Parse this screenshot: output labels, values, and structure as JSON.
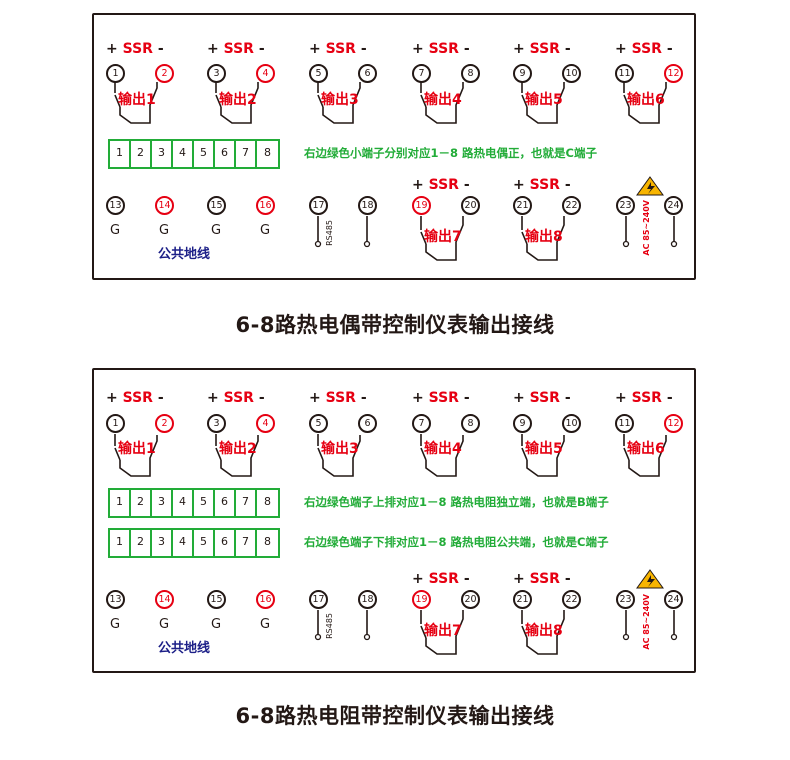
{
  "panel1": {
    "ssr_labels": [
      "SSR",
      "SSR",
      "SSR",
      "SSR",
      "SSR",
      "SSR"
    ],
    "outputs": [
      "输出1",
      "输出2",
      "输出3",
      "输出4",
      "输出5",
      "输出6"
    ],
    "top_terminals": [
      "1",
      "2",
      "3",
      "4",
      "5",
      "6",
      "7",
      "8",
      "9",
      "10",
      "11",
      "12"
    ],
    "strip_cells": [
      "1",
      "2",
      "3",
      "4",
      "5",
      "6",
      "7",
      "8"
    ],
    "note": "右边绿色小端子分别对应1－8 路热电偶正，也就是C端子",
    "bottom_terminals": [
      "13",
      "14",
      "15",
      "16",
      "17",
      "18",
      "19",
      "20",
      "21",
      "22",
      "23",
      "24"
    ],
    "g_labels": [
      "G",
      "G",
      "G",
      "G"
    ],
    "ground_label": "公共地线",
    "rs485": "RS485",
    "ssr7": "SSR",
    "ssr8": "SSR",
    "out7": "输出7",
    "out8": "输出8",
    "ac": "AC 85~240V",
    "plus": "+",
    "minus": "-"
  },
  "panel2": {
    "ssr_labels": [
      "SSR",
      "SSR",
      "SSR",
      "SSR",
      "SSR",
      "SSR"
    ],
    "outputs": [
      "输出1",
      "输出2",
      "输出3",
      "输出4",
      "输出5",
      "输出6"
    ],
    "top_terminals": [
      "1",
      "2",
      "3",
      "4",
      "5",
      "6",
      "7",
      "8",
      "9",
      "10",
      "11",
      "12"
    ],
    "strip_cells_top": [
      "1",
      "2",
      "3",
      "4",
      "5",
      "6",
      "7",
      "8"
    ],
    "strip_cells_bottom": [
      "1",
      "2",
      "3",
      "4",
      "5",
      "6",
      "7",
      "8"
    ],
    "note_top": "右边绿色端子上排对应1－8 路热电阻独立端，也就是B端子",
    "note_bottom": "右边绿色端子下排对应1－8 路热电阻公共端，也就是C端子",
    "bottom_terminals": [
      "13",
      "14",
      "15",
      "16",
      "17",
      "18",
      "19",
      "20",
      "21",
      "22",
      "23",
      "24"
    ],
    "g_labels": [
      "G",
      "G",
      "G",
      "G"
    ],
    "ground_label": "公共地线",
    "rs485": "RS485",
    "ssr7": "SSR",
    "ssr8": "SSR",
    "out7": "输出7",
    "out8": "输出8",
    "ac": "AC 85~240V",
    "plus": "+",
    "minus": "-"
  },
  "captions": {
    "top": "6-8路热电偶带控制仪表输出接线",
    "bottom": "6-8路热电阻带控制仪表输出接线"
  },
  "colors": {
    "border": "#231815",
    "red": "#e60012",
    "green": "#22ac38",
    "blue": "#1d2088",
    "yellow": "#f8b500"
  },
  "icons": [
    "lightning-warning-icon"
  ]
}
